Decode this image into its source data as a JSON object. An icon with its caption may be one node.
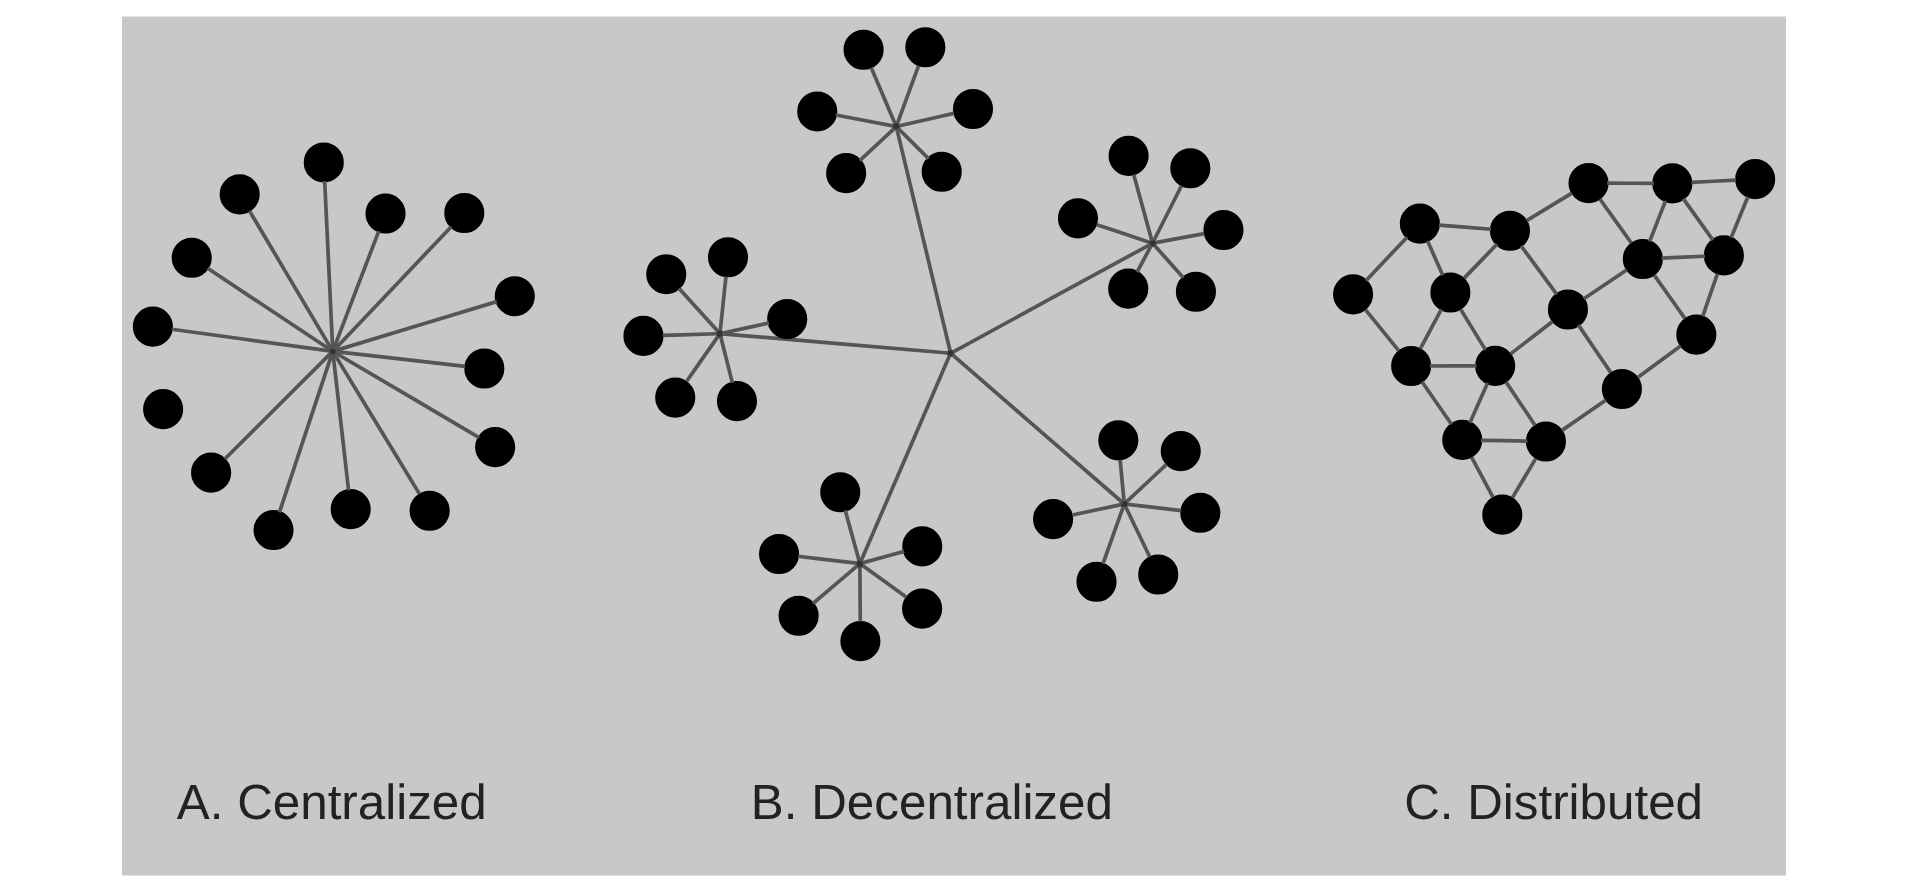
{
  "diagram": {
    "nodes": [
      {
        "text": [],
        "shape": "point"
      },
      {
        "text": [],
        "shape": "circle"
      },
      {
        "text": [],
        "shape": "circle"
      },
      {
        "text": [],
        "shape": "circle"
      },
      {
        "text": [],
        "shape": "circle"
      },
      {
        "text": [],
        "shape": "circle"
      },
      {
        "text": [],
        "shape": "circle"
      },
      {
        "text": [],
        "shape": "circle"
      },
      {
        "text": [],
        "shape": "circle"
      },
      {
        "text": [],
        "shape": "circle"
      },
      {
        "text": [],
        "shape": "circle"
      },
      {
        "text": [],
        "shape": "circle"
      },
      {
        "text": [],
        "shape": "circle"
      },
      {
        "text": [],
        "shape": "circle"
      },
      {
        "text": [],
        "shape": "circle"
      },
      {
        "text": [],
        "shape": "point"
      },
      {
        "text": [],
        "shape": "point"
      },
      {
        "text": [],
        "shape": "circle"
      },
      {
        "text": [],
        "shape": "circle"
      },
      {
        "text": [],
        "shape": "circle"
      },
      {
        "text": [],
        "shape": "circle"
      },
      {
        "text": [],
        "shape": "circle"
      },
      {
        "text": [],
        "shape": "circle"
      },
      {
        "text": [],
        "shape": "point"
      },
      {
        "text": [],
        "shape": "circle"
      },
      {
        "text": [],
        "shape": "circle"
      },
      {
        "text": [],
        "shape": "circle"
      },
      {
        "text": [],
        "shape": "circle"
      },
      {
        "text": [],
        "shape": "circle"
      },
      {
        "text": [],
        "shape": "circle"
      },
      {
        "text": [],
        "shape": "point"
      },
      {
        "text": [],
        "shape": "circle"
      },
      {
        "text": [],
        "shape": "circle"
      },
      {
        "text": [],
        "shape": "circle"
      },
      {
        "text": [],
        "shape": "circle"
      },
      {
        "text": [],
        "shape": "circle"
      },
      {
        "text": [],
        "shape": "circle"
      },
      {
        "text": [],
        "shape": "point"
      },
      {
        "text": [],
        "shape": "circle"
      },
      {
        "text": [],
        "shape": "circle"
      },
      {
        "text": [],
        "shape": "circle"
      },
      {
        "text": [],
        "shape": "circle"
      },
      {
        "text": [],
        "shape": "circle"
      },
      {
        "text": [],
        "shape": "circle"
      },
      {
        "text": [],
        "shape": "point"
      },
      {
        "text": [],
        "shape": "circle"
      },
      {
        "text": [],
        "shape": "circle"
      },
      {
        "text": [],
        "shape": "circle"
      },
      {
        "text": [],
        "shape": "circle"
      },
      {
        "text": [],
        "shape": "circle"
      },
      {
        "text": [],
        "shape": "circle"
      },
      {
        "text": [],
        "shape": "circle"
      },
      {
        "text": [],
        "shape": "circle"
      },
      {
        "text": [],
        "shape": "circle"
      },
      {
        "text": [],
        "shape": "circle"
      },
      {
        "text": [],
        "shape": "circle"
      },
      {
        "text": [],
        "shape": "circle"
      },
      {
        "text": [],
        "shape": "circle"
      },
      {
        "text": [],
        "shape": "circle"
      },
      {
        "text": [],
        "shape": "circle"
      },
      {
        "text": [],
        "shape": "circle"
      },
      {
        "text": [],
        "shape": "circle"
      },
      {
        "text": [],
        "shape": "circle"
      },
      {
        "text": [],
        "shape": "circle"
      },
      {
        "text": [],
        "shape": "circle"
      },
      {
        "text": [],
        "shape": "circle"
      },
      {
        "text": [],
        "shape": "circle"
      },
      {
        "text": [],
        "shape": "circle"
      }
    ],
    "edges": [
      {
        "from": 0,
        "to": 1,
        "arrow": "none"
      },
      {
        "from": 0,
        "to": 2,
        "arrow": "none"
      },
      {
        "from": 0,
        "to": 3,
        "arrow": "none"
      },
      {
        "from": 0,
        "to": 4,
        "arrow": "none"
      },
      {
        "from": 0,
        "to": 5,
        "arrow": "none"
      },
      {
        "from": 0,
        "to": 7,
        "arrow": "none"
      },
      {
        "from": 0,
        "to": 8,
        "arrow": "none"
      },
      {
        "from": 0,
        "to": 9,
        "arrow": "none"
      },
      {
        "from": 0,
        "to": 10,
        "arrow": "none"
      },
      {
        "from": 0,
        "to": 11,
        "arrow": "none"
      },
      {
        "from": 0,
        "to": 12,
        "arrow": "none"
      },
      {
        "from": 0,
        "to": 13,
        "arrow": "none"
      },
      {
        "from": 0,
        "to": 14,
        "arrow": "none"
      },
      {
        "from": 15,
        "to": 16,
        "arrow": "none"
      },
      {
        "from": 15,
        "to": 23,
        "arrow": "none"
      },
      {
        "from": 15,
        "to": 30,
        "arrow": "none"
      },
      {
        "from": 15,
        "to": 37,
        "arrow": "none"
      },
      {
        "from": 15,
        "to": 44,
        "arrow": "none"
      },
      {
        "from": 16,
        "to": 17,
        "arrow": "none"
      },
      {
        "from": 16,
        "to": 18,
        "arrow": "none"
      },
      {
        "from": 16,
        "to": 19,
        "arrow": "none"
      },
      {
        "from": 16,
        "to": 20,
        "arrow": "none"
      },
      {
        "from": 16,
        "to": 21,
        "arrow": "none"
      },
      {
        "from": 16,
        "to": 22,
        "arrow": "none"
      },
      {
        "from": 23,
        "to": 24,
        "arrow": "none"
      },
      {
        "from": 23,
        "to": 25,
        "arrow": "none"
      },
      {
        "from": 23,
        "to": 26,
        "arrow": "none"
      },
      {
        "from": 23,
        "to": 27,
        "arrow": "none"
      },
      {
        "from": 23,
        "to": 28,
        "arrow": "none"
      },
      {
        "from": 23,
        "to": 29,
        "arrow": "none"
      },
      {
        "from": 30,
        "to": 31,
        "arrow": "none"
      },
      {
        "from": 30,
        "to": 32,
        "arrow": "none"
      },
      {
        "from": 30,
        "to": 33,
        "arrow": "none"
      },
      {
        "from": 30,
        "to": 34,
        "arrow": "none"
      },
      {
        "from": 30,
        "to": 35,
        "arrow": "none"
      },
      {
        "from": 30,
        "to": 36,
        "arrow": "none"
      },
      {
        "from": 37,
        "to": 38,
        "arrow": "none"
      },
      {
        "from": 37,
        "to": 39,
        "arrow": "none"
      },
      {
        "from": 37,
        "to": 40,
        "arrow": "none"
      },
      {
        "from": 37,
        "to": 41,
        "arrow": "none"
      },
      {
        "from": 37,
        "to": 42,
        "arrow": "none"
      },
      {
        "from": 37,
        "to": 43,
        "arrow": "none"
      },
      {
        "from": 44,
        "to": 45,
        "arrow": "none"
      },
      {
        "from": 44,
        "to": 46,
        "arrow": "none"
      },
      {
        "from": 44,
        "to": 47,
        "arrow": "none"
      },
      {
        "from": 44,
        "to": 48,
        "arrow": "none"
      },
      {
        "from": 44,
        "to": 49,
        "arrow": "none"
      },
      {
        "from": 44,
        "to": 50,
        "arrow": "none"
      },
      {
        "from": 51,
        "to": 52,
        "arrow": "none"
      },
      {
        "from": 52,
        "to": 53,
        "arrow": "none"
      },
      {
        "from": 53,
        "to": 54,
        "arrow": "none"
      },
      {
        "from": 51,
        "to": 55,
        "arrow": "none"
      },
      {
        "from": 52,
        "to": 56,
        "arrow": "none"
      },
      {
        "from": 52,
        "to": 57,
        "arrow": "none"
      },
      {
        "from": 53,
        "to": 57,
        "arrow": "none"
      },
      {
        "from": 53,
        "to": 58,
        "arrow": "none"
      },
      {
        "from": 54,
        "to": 58,
        "arrow": "none"
      },
      {
        "from": 55,
        "to": 56,
        "arrow": "none"
      },
      {
        "from": 56,
        "to": 57,
        "arrow": "none"
      },
      {
        "from": 57,
        "to": 58,
        "arrow": "none"
      },
      {
        "from": 55,
        "to": 59,
        "arrow": "none"
      },
      {
        "from": 56,
        "to": 59,
        "arrow": "none"
      },
      {
        "from": 57,
        "to": 60,
        "arrow": "none"
      },
      {
        "from": 58,
        "to": 61,
        "arrow": "none"
      },
      {
        "from": 59,
        "to": 60,
        "arrow": "none"
      },
      {
        "from": 60,
        "to": 61,
        "arrow": "none"
      },
      {
        "from": 59,
        "to": 62,
        "arrow": "none"
      },
      {
        "from": 60,
        "to": 63,
        "arrow": "none"
      },
      {
        "from": 61,
        "to": 64,
        "arrow": "none"
      },
      {
        "from": 62,
        "to": 63,
        "arrow": "none"
      },
      {
        "from": 63,
        "to": 64,
        "arrow": "none"
      },
      {
        "from": 62,
        "to": 66,
        "arrow": "none"
      },
      {
        "from": 63,
        "to": 65,
        "arrow": "none"
      },
      {
        "from": 63,
        "to": 66,
        "arrow": "none"
      },
      {
        "from": 65,
        "to": 64,
        "arrow": "none"
      },
      {
        "from": 65,
        "to": 66,
        "arrow": "none"
      },
      {
        "from": 65,
        "to": 67,
        "arrow": "none"
      },
      {
        "from": 66,
        "to": 67,
        "arrow": "none"
      }
    ],
    "labels": [
      "A. Centralized",
      "B. Decentralized",
      "C. Distributed"
    ]
  }
}
